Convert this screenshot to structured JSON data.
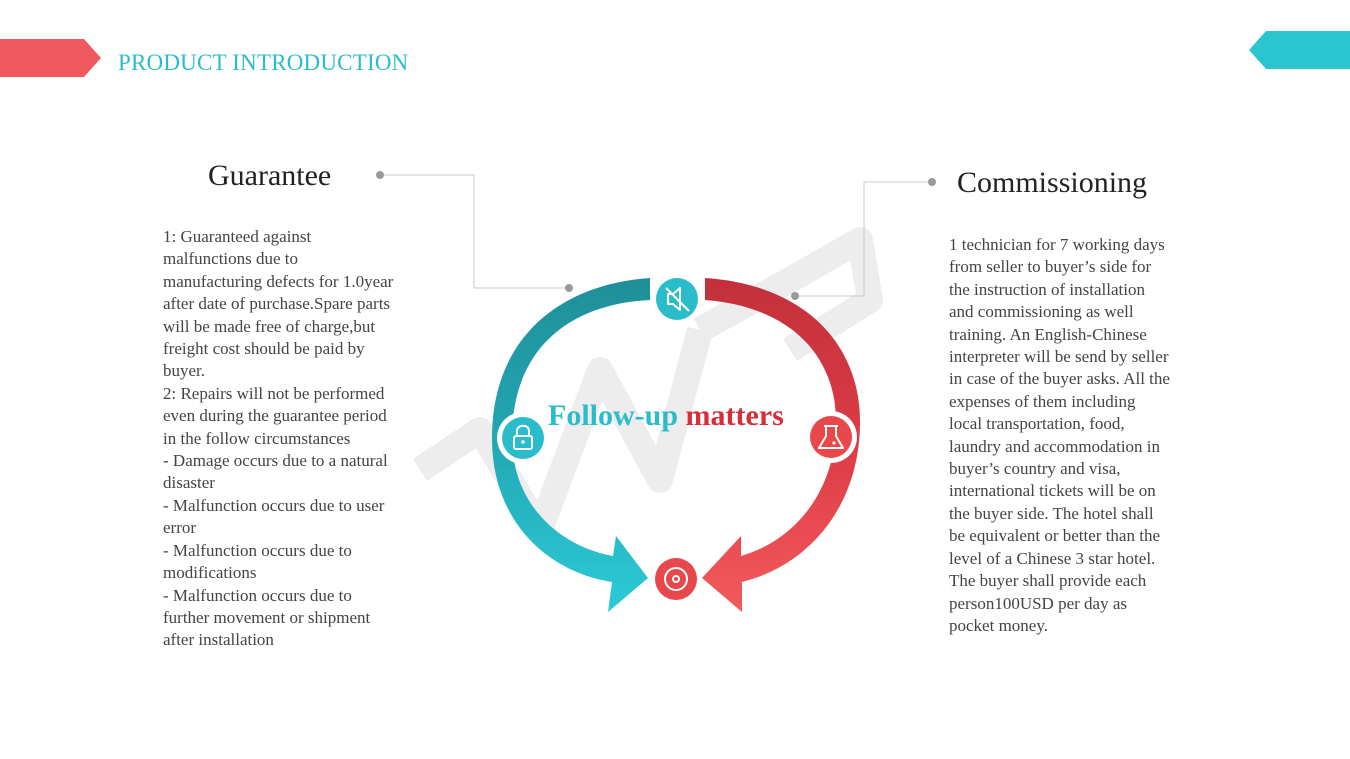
{
  "header": {
    "title": "PRODUCT INTRODUCTION",
    "left_tag_color": "#f05a5f",
    "right_tag_color": "#2bc5d0"
  },
  "left_panel": {
    "heading": "Guarantee",
    "body": "1: Guaranteed against\nmalfunctions due to\nmanufacturing defects for 1.0year\nafter date of purchase.Spare parts\nwill be made free of charge,but\nfreight cost should be paid by\nbuyer.\n2: Repairs will not be performed\neven during the guarantee period\nin the follow circumstances\n-  Damage occurs due to a natural\ndisaster\n-  Malfunction occurs due to user\nerror\n-  Malfunction occurs due to\nmodifications\n-  Malfunction occurs due to\nfurther movement or shipment\nafter installation"
  },
  "right_panel": {
    "heading": "Commissioning",
    "body": "1 technician for 7 working days\nfrom seller to buyer’s side for\nthe instruction of installation\nand commissioning as well\ntraining. An English-Chinese\ninterpreter will be send by seller\nin case of the buyer asks. All the\nexpenses of them including\nlocal transportation, food,\nlaundry and accommodation in\nbuyer’s country and visa,\ninternational tickets will be on\nthe buyer side. The hotel shall\nbe equivalent or better than the\nlevel of a Chinese 3 star hotel.\nThe buyer shall provide each\nperson100USD per day as\npocket money."
  },
  "center": {
    "word1": "Follow-up",
    "word2": "matters",
    "teal_color": "#2bbccb",
    "red_color": "#e8474c"
  },
  "icons": {
    "top": "speaker-mute-icon",
    "left": "lock-icon",
    "right": "flask-icon",
    "bottom": "disc-icon"
  },
  "watermark": "WPS"
}
